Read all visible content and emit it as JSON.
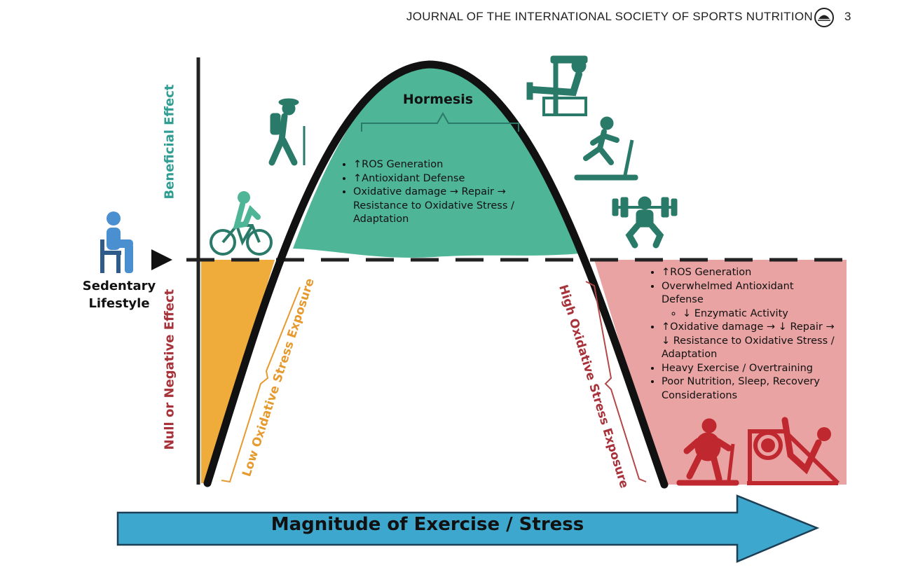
{
  "header": {
    "journal": "JOURNAL OF THE INTERNATIONAL SOCIETY OF SPORTS NUTRITION",
    "page": "3"
  },
  "axis": {
    "beneficial": "Beneficial Effect",
    "negative": "Null or Negative  Effect"
  },
  "sedentary": {
    "line1": "Sedentary",
    "line2": "Lifestyle"
  },
  "hormesis": {
    "title": "Hormesis",
    "items": [
      "↑ROS Generation",
      "↑Antioxidant Defense",
      "Oxidative damage → Repair → Resistance to Oxidative Stress / Adaptation"
    ]
  },
  "low_exposure": "Low Oxidative Stress Exposure",
  "high_exposure": "High Oxidative Stress Exposure",
  "high_list": {
    "item1": "↑ROS Generation",
    "item2": "Overwhelmed Antioxidant Defense",
    "sub1": "↓ Enzymatic Activity",
    "item3": "↑Oxidative damage → ↓ Repair → ↓ Resistance to Oxidative Stress / Adaptation",
    "item4": "Heavy Exercise / Overtraining",
    "item5": "Poor Nutrition, Sleep, Recovery Considerations"
  },
  "arrow_label": "Magnitude of Exercise / Stress",
  "colors": {
    "teal": "#4fb597",
    "teal_dark": "#2a7a6a",
    "orange": "#f0ac3a",
    "pink": "#e9a3a3",
    "red": "#a8323a",
    "blue": "#3ea7cd",
    "person_blue": "#4a8fd0"
  },
  "icons": [
    "seated-person-icon",
    "play-triangle-icon",
    "cyclist-icon",
    "hiker-icon",
    "leg-press-icon",
    "treadmill-runner-icon",
    "weightlifter-icon",
    "overweight-treadmill-icon",
    "leg-press-machine-icon",
    "journal-logo-icon"
  ]
}
